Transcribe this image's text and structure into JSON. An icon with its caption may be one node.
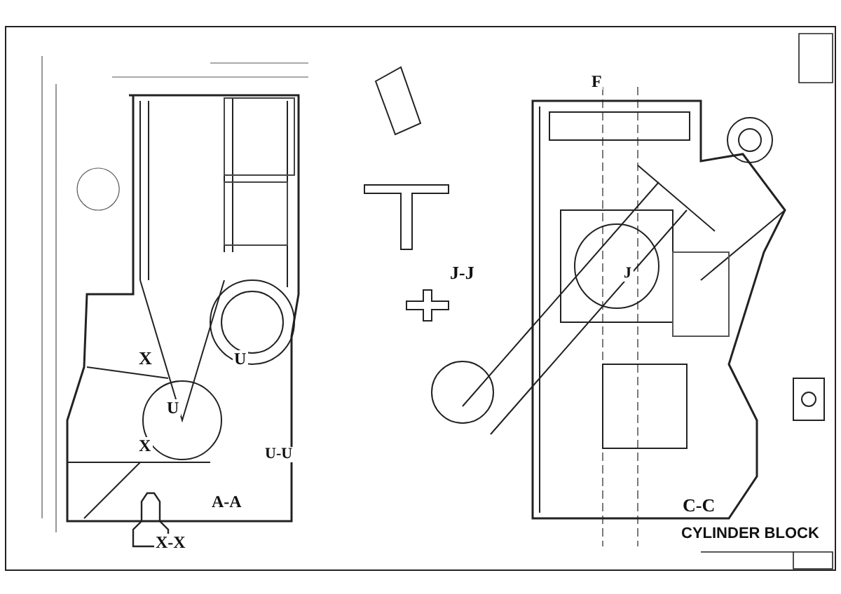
{
  "diagram": {
    "labels": [
      "F",
      "J-J",
      "J",
      "X",
      "U",
      "U",
      "X",
      "U-U",
      "C-C",
      "X-X",
      "A-A",
      "CYLINDER BLOCK"
    ]
  }
}
